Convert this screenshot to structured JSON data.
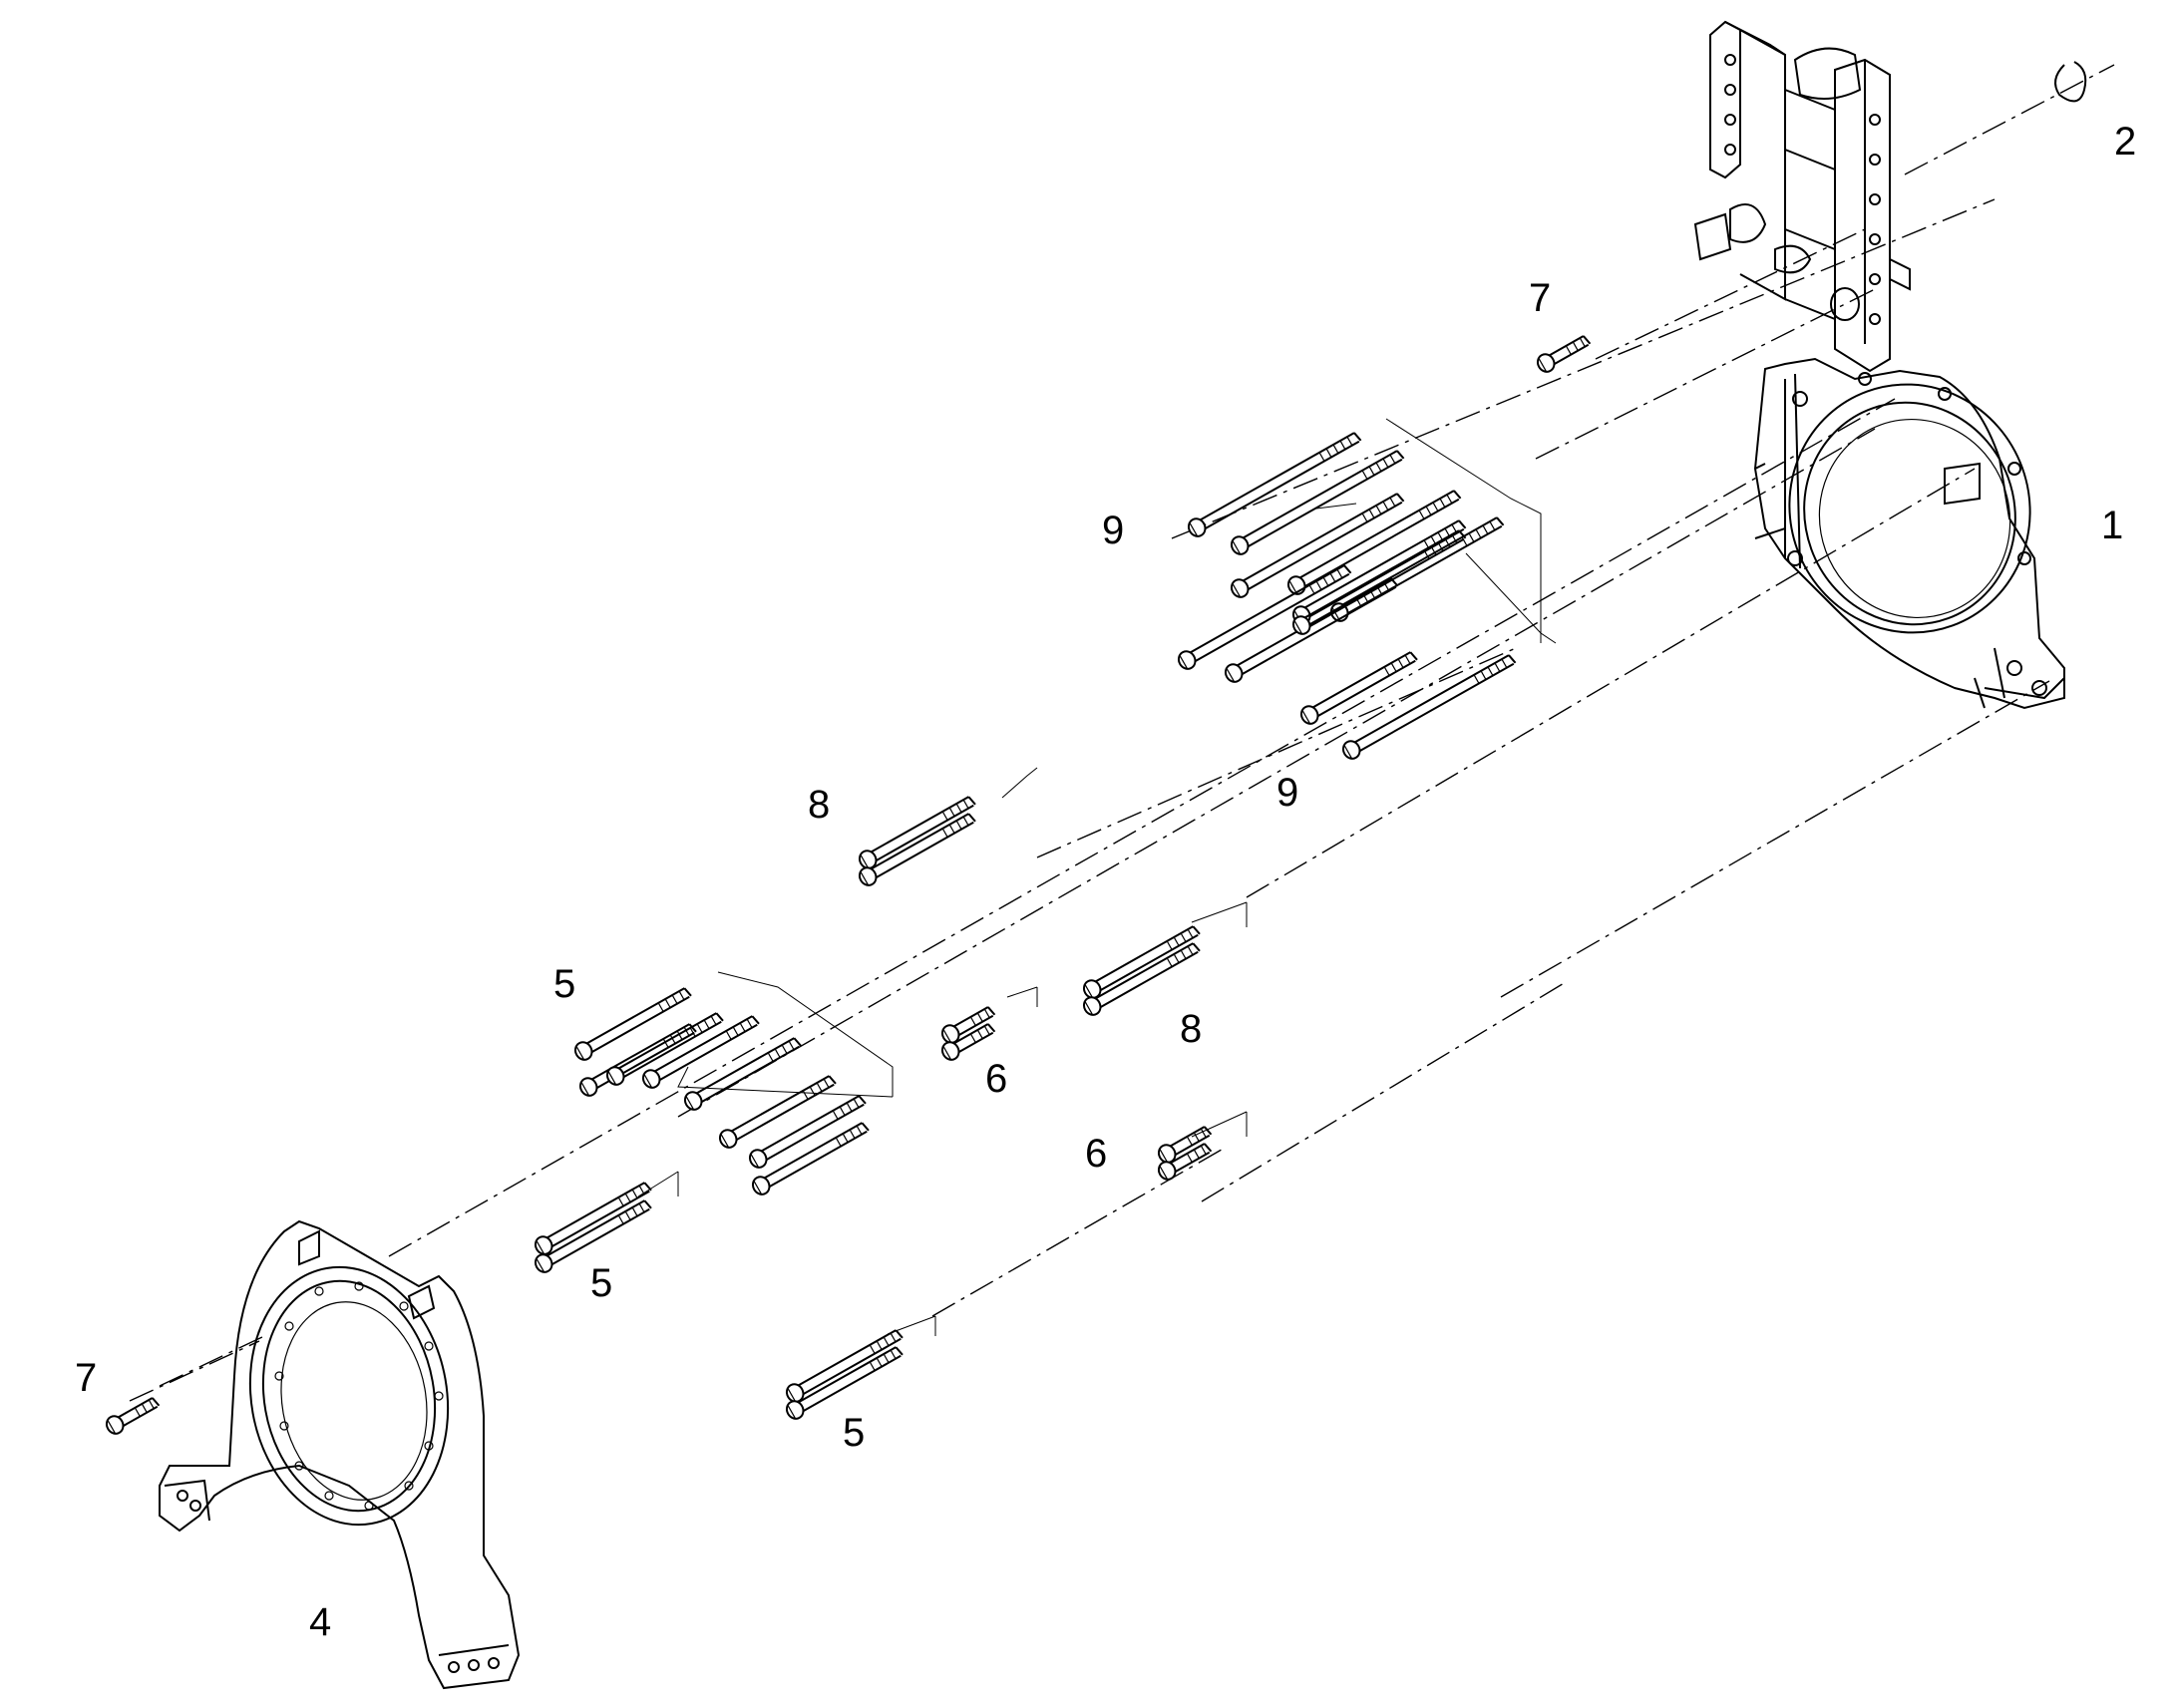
{
  "diagram": {
    "type": "exploded-parts-view",
    "callouts": [
      {
        "id": "c1",
        "text": "1"
      },
      {
        "id": "c2",
        "text": "2"
      },
      {
        "id": "c4",
        "text": "4"
      },
      {
        "id": "c5a",
        "text": "5"
      },
      {
        "id": "c5b",
        "text": "5"
      },
      {
        "id": "c5c",
        "text": "5"
      },
      {
        "id": "c6a",
        "text": "6"
      },
      {
        "id": "c6b",
        "text": "6"
      },
      {
        "id": "c7a",
        "text": "7"
      },
      {
        "id": "c7b",
        "text": "7"
      },
      {
        "id": "c8a",
        "text": "8"
      },
      {
        "id": "c8b",
        "text": "8"
      },
      {
        "id": "c9a",
        "text": "9"
      },
      {
        "id": "c9b",
        "text": "9"
      }
    ]
  }
}
